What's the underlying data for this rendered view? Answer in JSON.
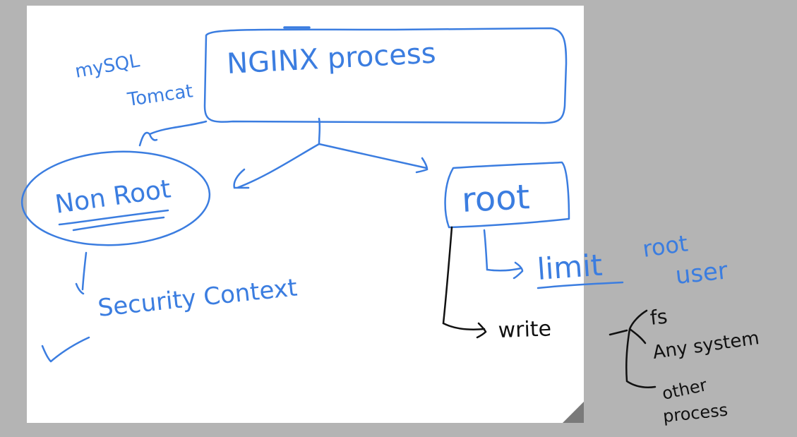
{
  "canvas": {
    "background_color": "#b4b4b4",
    "board_color": "#ffffff",
    "blue_ink": "#3b7de0",
    "black_ink": "#111111"
  },
  "diagram": {
    "top_box": {
      "label": "NGINX process"
    },
    "side_note": {
      "line1": "mySQL",
      "line2": "Tomcat"
    },
    "left_node": {
      "label": "Non Root"
    },
    "right_node": {
      "label": "root"
    },
    "security_context": {
      "label": "Security Context"
    },
    "limit_note": {
      "line1": "limit",
      "line2": "root",
      "line3": "user"
    },
    "write_label": {
      "label": "write"
    },
    "write_targets": {
      "item1": "fs",
      "item2": "Any system",
      "item3_line1": "other",
      "item3_line2": "process"
    }
  }
}
